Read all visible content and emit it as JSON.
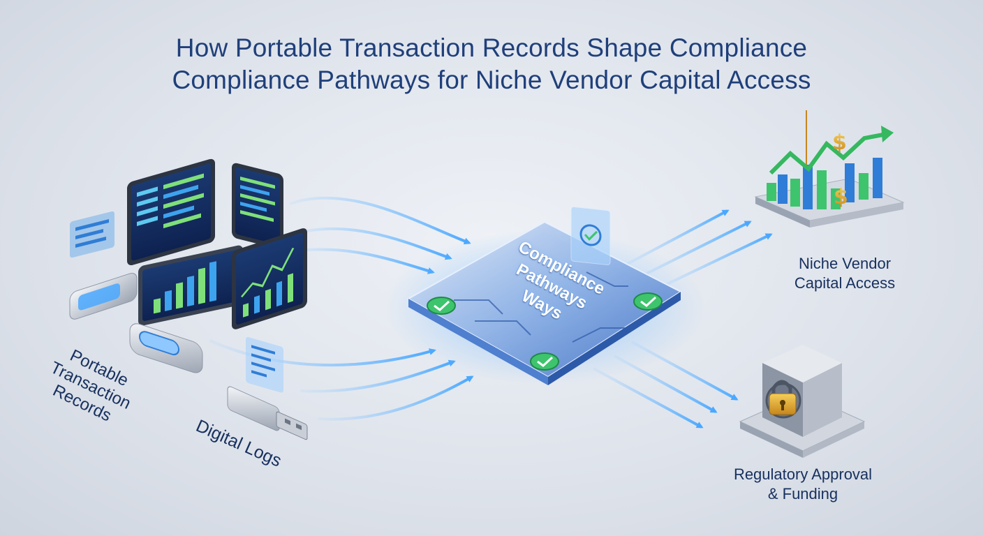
{
  "title": {
    "line1": "How Portable Transaction Records Shape Compliance",
    "line2": "Compliance Pathways for Niche Vendor Capital Access"
  },
  "hub": {
    "line1": "Compliance",
    "line2": "Pathways",
    "line3": "Ways"
  },
  "labels": {
    "records_line1": "Portable",
    "records_line2": "Transaction",
    "records_line3": "Records",
    "logs": "Digital Logs",
    "capital_line1": "Niche Vendor",
    "capital_line2": "Capital Access",
    "funding_line1": "Regulatory Approval",
    "funding_line2": "& Funding"
  },
  "icons": {
    "devices": "tablet-dashboard-icon",
    "usb": "usb-drive-icon",
    "check": "checkmark-icon",
    "growth": "growth-chart-icon",
    "dollar": "dollar-icon",
    "vault": "padlock-vault-icon"
  },
  "colors": {
    "title": "#1f3f7a",
    "label": "#17305e",
    "accent_blue": "#4aa8ff",
    "accent_green": "#3ec46d",
    "gold": "#e0a52a"
  }
}
